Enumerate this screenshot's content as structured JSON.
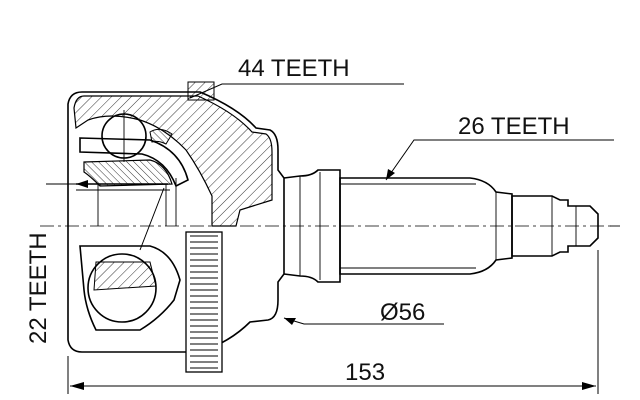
{
  "callouts": {
    "outer_spline": "44 TEETH",
    "shaft_spline": "26 TEETH",
    "inner_spline": "22 TEETH",
    "diameter": "Ø56",
    "length": "153"
  },
  "colors": {
    "ink": "#000000",
    "background": "#ffffff"
  }
}
